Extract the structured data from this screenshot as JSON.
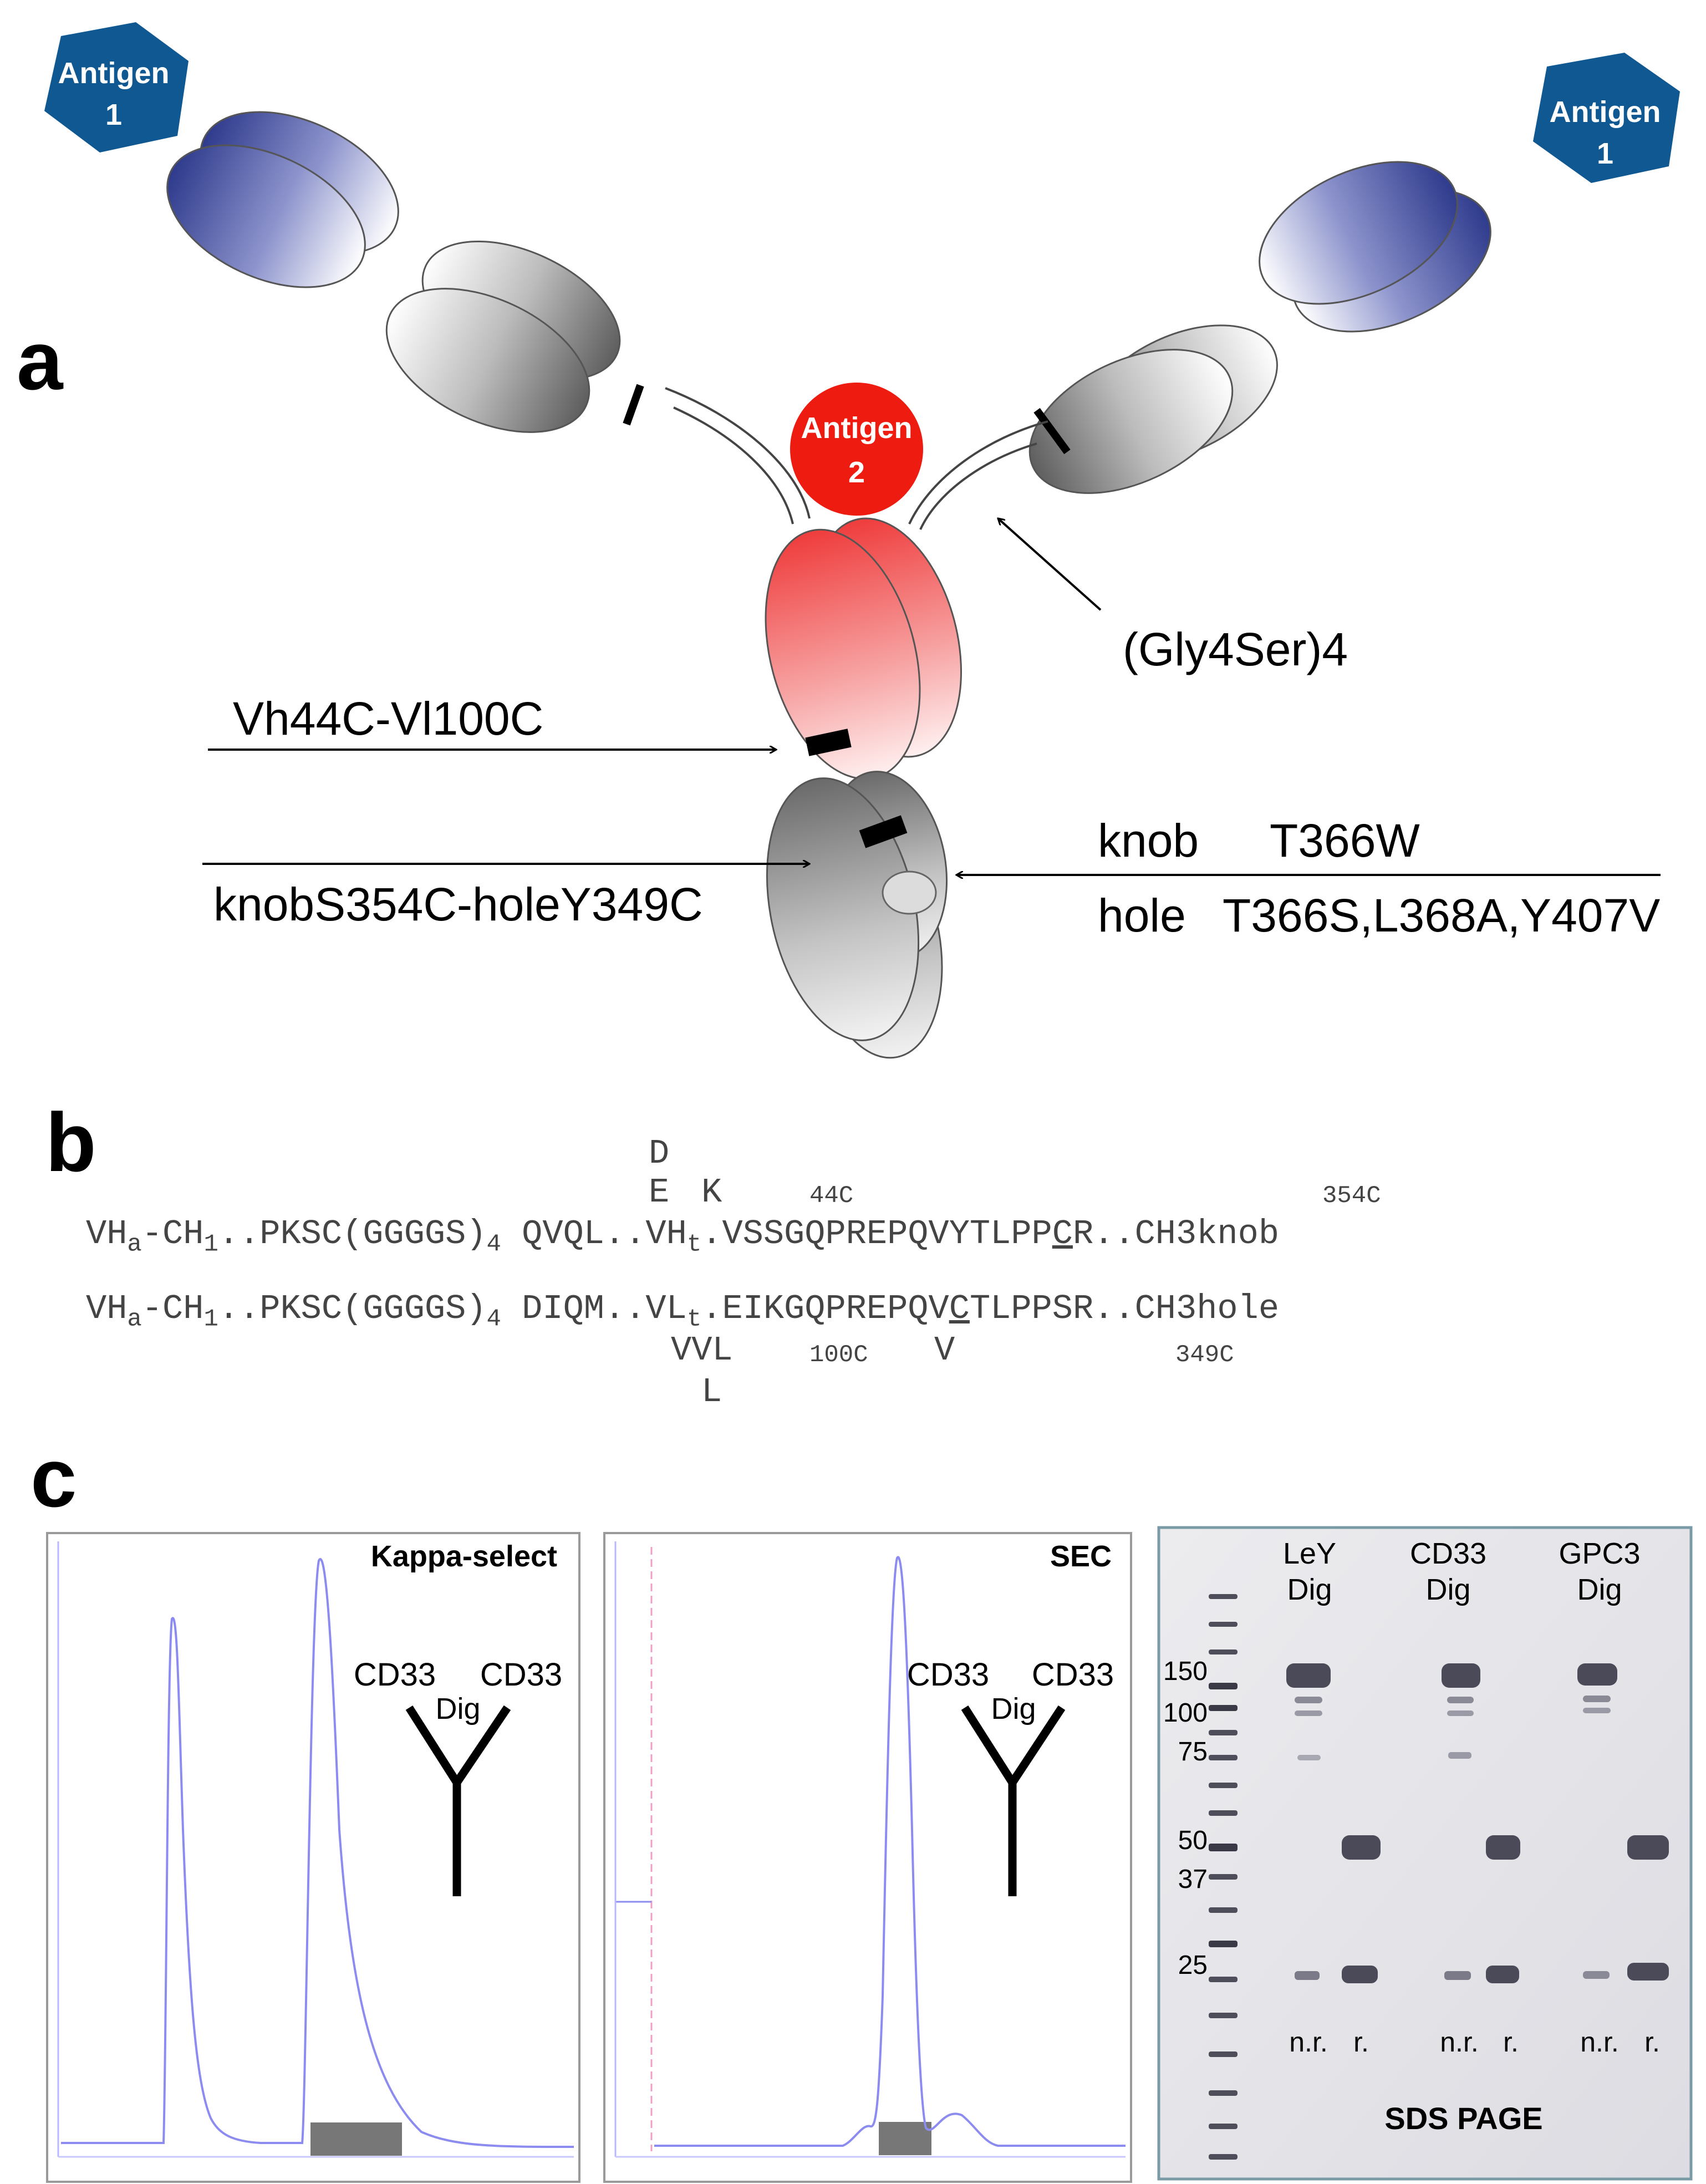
{
  "panels": {
    "a": "a",
    "b": "b",
    "c": "c"
  },
  "panel_a": {
    "antigen1_left": {
      "line1": "Antigen",
      "line2": "1"
    },
    "antigen1_right": {
      "line1": "Antigen",
      "line2": "1"
    },
    "antigen2": {
      "line1": "Antigen",
      "line2": "2"
    },
    "linker_label": "(Gly4Ser)4",
    "disulfide_label": "Vh44C-Vl100C",
    "knob_hole_disulfide_label": "knobS354C-holeY349C",
    "knob_label": "knob",
    "knob_mutation": "T366W",
    "hole_label": "hole",
    "hole_mutations": "T366S,L368A,Y407V"
  },
  "panel_b": {
    "above_D": "D",
    "above_E": "E",
    "above_K": "K",
    "pos_44c": "44C",
    "pos_354c": "354C",
    "row1_prefix": "VH",
    "row1_sub_a": "a",
    "row1_mid": "-CH",
    "row1_sub_1": "1",
    "row1_linker": "..PKSC(GGGGS)",
    "row1_sub_4": "4",
    "row1_seq1": "QVQL..VH",
    "row1_sub_t": "t",
    "row1_seq2": ".VSSGQPREPQVYTLPP",
    "row1_C": "C",
    "row1_seq3": "R..CH3knob",
    "row2_prefix": "VH",
    "row2_sub_a": "a",
    "row2_mid": "-CH",
    "row2_sub_1": "1",
    "row2_linker": "..PKSC(GGGGS)",
    "row2_sub_4": "4",
    "row2_seq1": "DIQM..VL",
    "row2_sub_t": "t",
    "row2_seq2": ".EIKGQPREPQV",
    "row2_C": "C",
    "row2_seq3": "TLPPSR..CH3hole",
    "below_VVL": "VVL",
    "below_L": "L",
    "pos_100c": "100C",
    "below_V": "V",
    "pos_349c": "349C"
  },
  "panel_c": {
    "kappa": {
      "title": "Kappa-select",
      "label_left": "CD33",
      "label_right": "CD33",
      "label_center": "Dig"
    },
    "sec": {
      "title": "SEC",
      "label_left": "CD33",
      "label_right": "CD33",
      "label_center": "Dig"
    },
    "gel": {
      "title": "SDS PAGE",
      "lanes": [
        {
          "line1": "LeY",
          "line2": "Dig"
        },
        {
          "line1": "CD33",
          "line2": "Dig"
        },
        {
          "line1": "GPC3",
          "line2": "Dig"
        }
      ],
      "markers": [
        "150",
        "100",
        "75",
        "50",
        "37",
        "25"
      ],
      "nr_label": "n.r.",
      "r_label": "r."
    }
  },
  "colors": {
    "antigen1": "#0f5892",
    "antigen2": "#ee1c10",
    "chromatogram_trace": "#8c8cf0",
    "gel_border": "#7a9aa5",
    "gel_band": "#5a5a66"
  }
}
